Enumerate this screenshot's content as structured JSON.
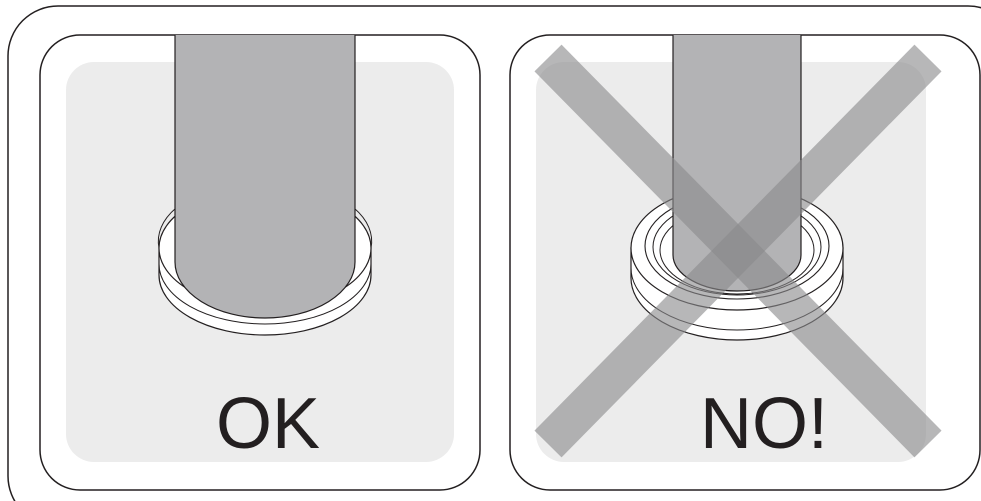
{
  "panels": {
    "ok": {
      "label": "OK",
      "verdict": "correct"
    },
    "no": {
      "label": "NO!",
      "verdict": "incorrect"
    }
  },
  "colors": {
    "outline": "#231f20",
    "panel_background": "#ececec",
    "pipe_fill": "#b3b3b5",
    "ring_fill": "#ffffff",
    "cross_fill": "#8a8a8c"
  },
  "icons": {
    "ok_panel": "pipe-in-flush-ring-icon",
    "no_panel": "pipe-in-recessed-ring-icon",
    "prohibited": "x-mark-icon"
  }
}
